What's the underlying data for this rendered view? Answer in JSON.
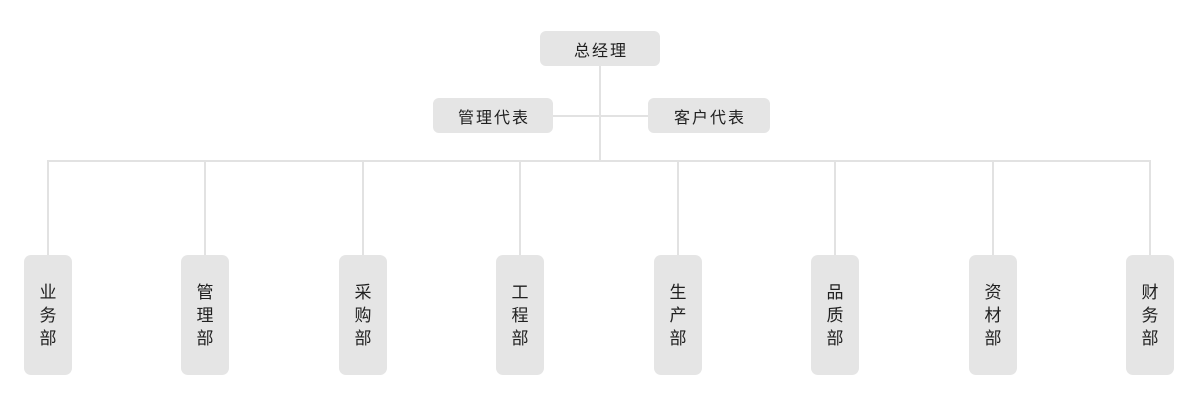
{
  "org_chart": {
    "root": {
      "label": "总经理"
    },
    "representatives": [
      {
        "label": "管理代表"
      },
      {
        "label": "客户代表"
      }
    ],
    "departments": [
      {
        "label": "业务部"
      },
      {
        "label": "管理部"
      },
      {
        "label": "采购部"
      },
      {
        "label": "工程部"
      },
      {
        "label": "生产部"
      },
      {
        "label": "品质部"
      },
      {
        "label": "资材部"
      },
      {
        "label": "财务部"
      }
    ],
    "colors": {
      "node_background": "#e5e5e5",
      "node_text": "#202020",
      "connector": "#e2e2e2",
      "page_background": "#ffffff"
    }
  }
}
